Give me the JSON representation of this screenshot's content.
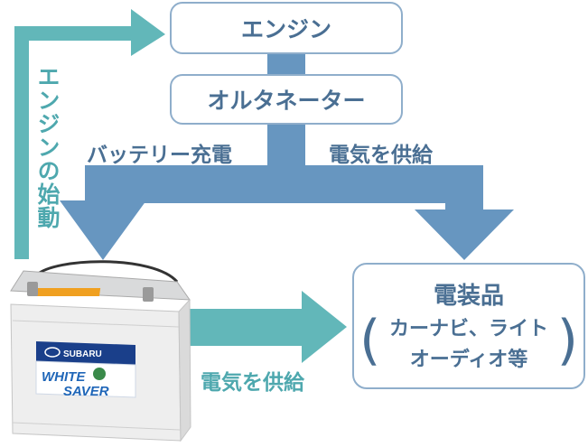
{
  "nodes": {
    "engine": "エンジン",
    "alternator": "オルタネーター",
    "electrical": {
      "title": "電装品",
      "sub_line1": "カーナビ、ライト",
      "sub_line2": "オーディオ等",
      "paren_open": "(",
      "paren_close": ")"
    }
  },
  "edges": {
    "engine_start": "エンジンの始動",
    "battery_charge": "バッテリー充電",
    "power_supply_top": "電気を供給",
    "power_supply_bottom": "電気を供給"
  },
  "battery": {
    "brand": "SUBARU",
    "product_line1": "WHITE",
    "product_line2": "SAVER"
  },
  "colors": {
    "blue_arrow": "#6796c0",
    "teal_arrow": "#62b7b9",
    "box_border": "#8faecb",
    "text": "#4a6f93"
  }
}
